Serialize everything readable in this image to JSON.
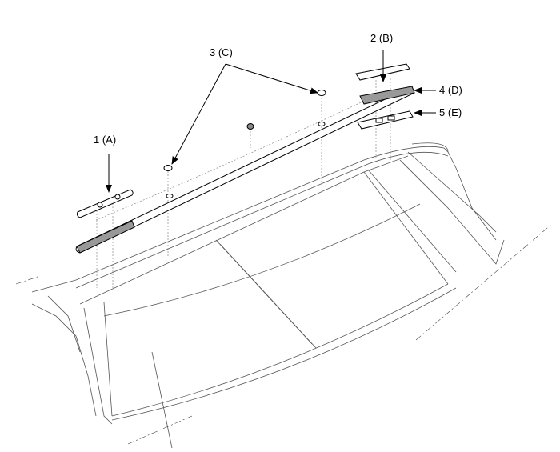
{
  "diagram": {
    "callouts": [
      {
        "id": "1",
        "label": "1 (A)"
      },
      {
        "id": "2",
        "label": "2 (B)"
      },
      {
        "id": "3",
        "label": "3 (C)"
      },
      {
        "id": "4",
        "label": "4 (D)"
      },
      {
        "id": "5",
        "label": "5 (E)"
      }
    ],
    "line_color": "#000000",
    "hidden_line_color": "#888888"
  }
}
